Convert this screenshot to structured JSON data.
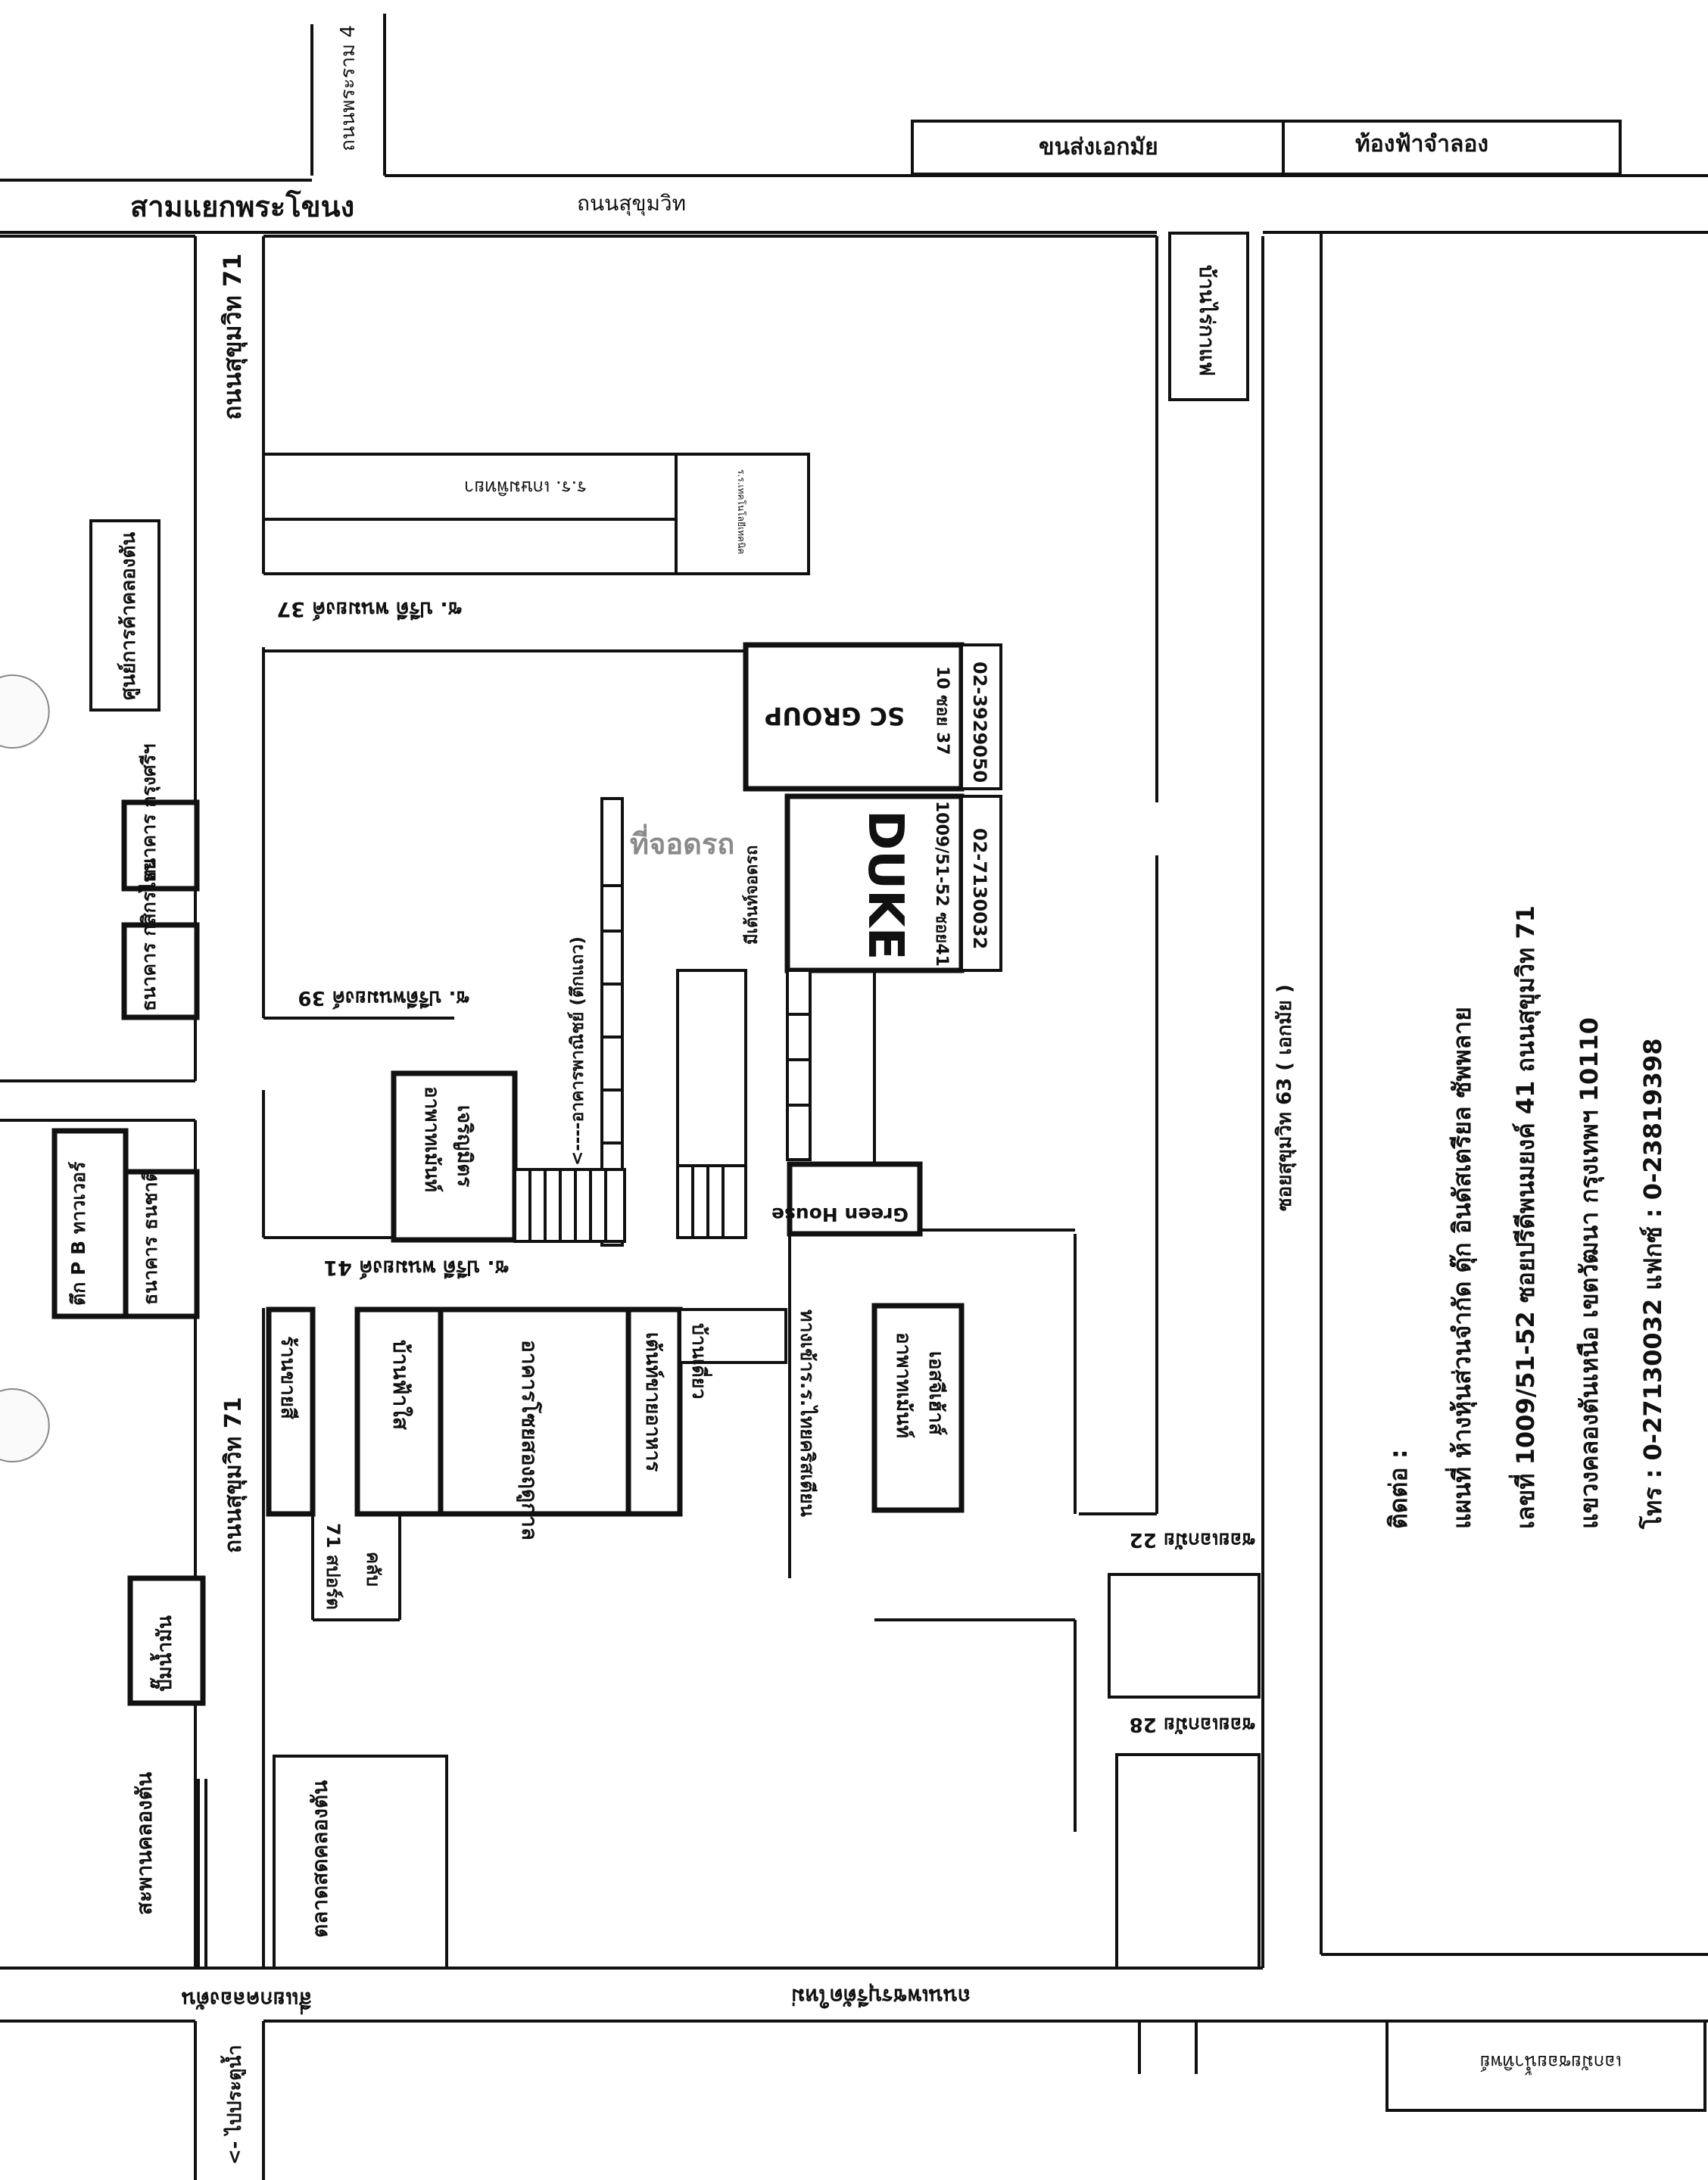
{
  "labels": {
    "rama4_road": "ถนนพระราม 4",
    "khon_song": "ขนส่งเอกมัย",
    "planetarium": "ท้องฟ้าจำลอง",
    "phra_khanong_junction": "สามแยกพระโขนง",
    "sukhumvit_road": "ถนนสุขุมวิท",
    "sukhumvit71_top": "ถนนสุขุมวิท 71",
    "coffee_house": "บ้านไร่กาแฟ",
    "kasemrad_hospital": "ร.ร. เกษมพิทยา",
    "tech_school": "ร.ร.เทคโนโลยีเทคนิค",
    "khlong_tan_center": "ศูนย์การค้าคลองตัน",
    "soi_37": "ซ. ปรีดี พนมยงค์ 37",
    "sc_group": "SC GROUP",
    "sc_soi": "10 ซอย 37",
    "sc_phone": "02-3929050",
    "parking": "ที่จอดรถ",
    "parking_sub": "มีเต้นท์จอดรถ",
    "duke": "DUKE",
    "duke_address": "1009/51-52 ซอย41",
    "duke_phone": "02-7130032",
    "krungsri_bank": "ธนาคาร กรุงศรีฯ",
    "kasikorn_bank": "ธนาคาร กสิกรไทย",
    "soi_39": "ซ. ปรีดีพนมยงค์ 39",
    "row_buildings": "<----อาคารพาณิชย์ (ตึกแถว)",
    "apartment_1": "อาพาทเม้นท์",
    "apartment_1b": "เจริญมิตร",
    "green_house": "Green House",
    "sukhumvit63": "ซอยสุขุมวิท 63   ( เอกมัย )",
    "pb_tower": "ตึก P B ทาวเวอร์",
    "thanachart_bank": "ธนาคาร ธนชาติ",
    "soi_41": "ซ. ปรีดี พนมยงค์ 41",
    "cafe_shop": "ร้านขายสี",
    "ban_fa_sai": "บ้านฟ้าใส",
    "japanese_restaurant": "อาคารโซยสองฤดูกาล",
    "food_tent": "เต้นท์ขายอาหาร",
    "house_soi": "บ้านเดี่ยว",
    "thai_christian_school": "ทางเข้าร.ร.ไทยคริสเตียน",
    "sj_apartment": "อาพาทเม้นท์",
    "sj_apartment_b": "เอสจีเฮ้าส์",
    "ekkamai_22": "ซอยเอกมัย 22",
    "sukhumvit71_bottom": "ถนนสุขุมวิท  71",
    "sport_club": "71 สปอร์ต",
    "sport_club_b": "คลับ",
    "gas_station": "ปั๊มน้ำมัน",
    "ekkamai_28": "ซอยเอกมัย 28",
    "khlong_tan_bridge": "สะพานคลองตัน",
    "khlong_tan_market": "ตลาดสดคลองตัน",
    "khlong_tan_junction": "สี่แยกคลองตัน",
    "new_petchburi": "ถนนเพชรบุรีตัดใหม่",
    "ekkamai_soi": "เอกมัยซอยน้ำทิพย์",
    "pratunam": "<- ไปประตูน้ำ"
  },
  "contact": {
    "line1": "ติดต่อ  :",
    "line2": "แผนที่  ห้างหุ้นส่วนจำกัด ดุ๊ก อินดัสเตรียล ซัพพลาย",
    "line3": "เลขที่ 1009/51-52  ซอยปรีดีพนมยงค์ 41  ถนนสุขุมวิท 71",
    "line4": "แขวงคลองตันเหนือ  เขตวัฒนา  กรุงเทพฯ  10110",
    "line5": "โทร : 0-27130032   แฟกซ์ : 0-23819398"
  }
}
